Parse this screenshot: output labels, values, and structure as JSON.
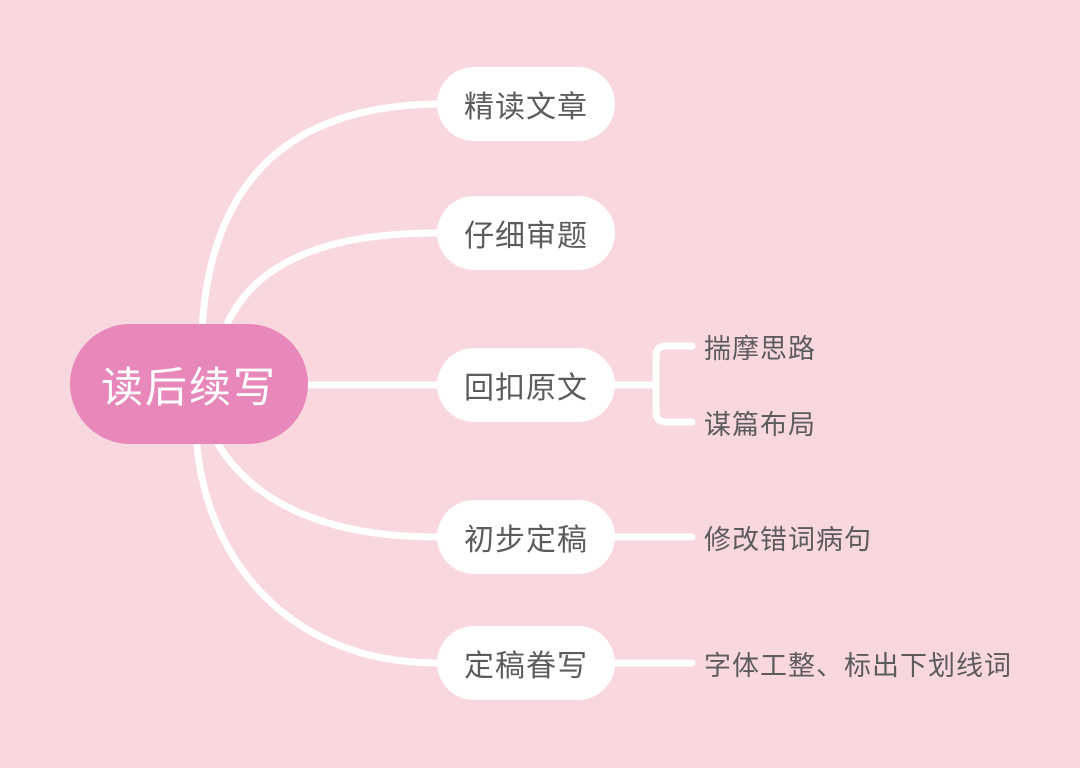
{
  "colors": {
    "background": "#f9d7de",
    "root_bg": "#e887ba",
    "root_text": "#ffffff",
    "node_bg": "#ffffff",
    "node_text": "#5c5c5e",
    "child_text": "#5c5c5e",
    "connector": "#ffffff"
  },
  "mindmap": {
    "root": {
      "label": "读后续写"
    },
    "branches": [
      {
        "label": "精读文章",
        "children": []
      },
      {
        "label": "仔细审题",
        "children": []
      },
      {
        "label": "回扣原文",
        "children": [
          {
            "label": "揣摩思路"
          },
          {
            "label": "谋篇布局"
          }
        ]
      },
      {
        "label": "初步定稿",
        "children": [
          {
            "label": "修改错词病句"
          }
        ]
      },
      {
        "label": "定稿眷写",
        "children": [
          {
            "label": "字体工整、标出下划线词"
          }
        ]
      }
    ]
  }
}
